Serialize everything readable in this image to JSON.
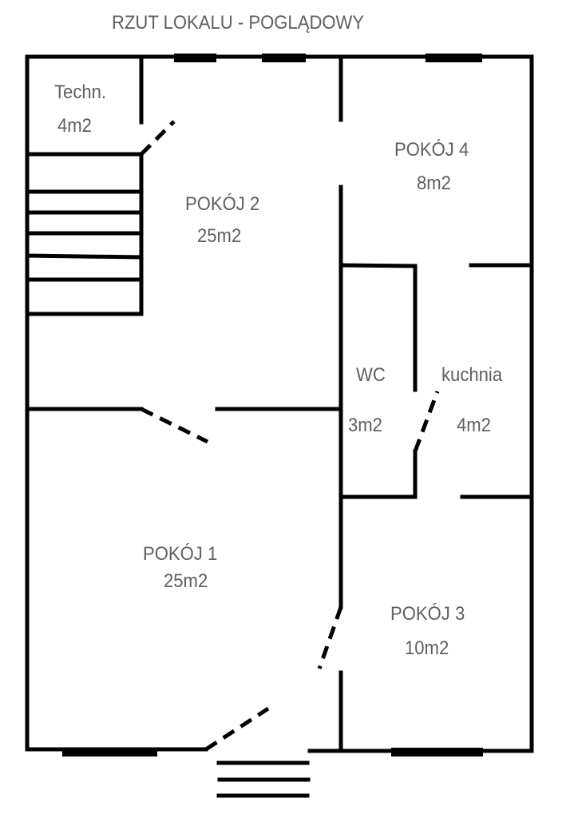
{
  "title": "RZUT LOKALU - POGLĄDOWY",
  "rooms": [
    {
      "name": "Techn.",
      "area": "4m2"
    },
    {
      "name": "POKÓJ 2",
      "area": "25m2"
    },
    {
      "name": "POKÓJ 4",
      "area": "8m2"
    },
    {
      "name": "WC",
      "area": "3m2"
    },
    {
      "name": "kuchnia",
      "area": "4m2"
    },
    {
      "name": "POKÓJ 1",
      "area": "25m2"
    },
    {
      "name": "POKÓJ 3",
      "area": "10m2"
    }
  ]
}
